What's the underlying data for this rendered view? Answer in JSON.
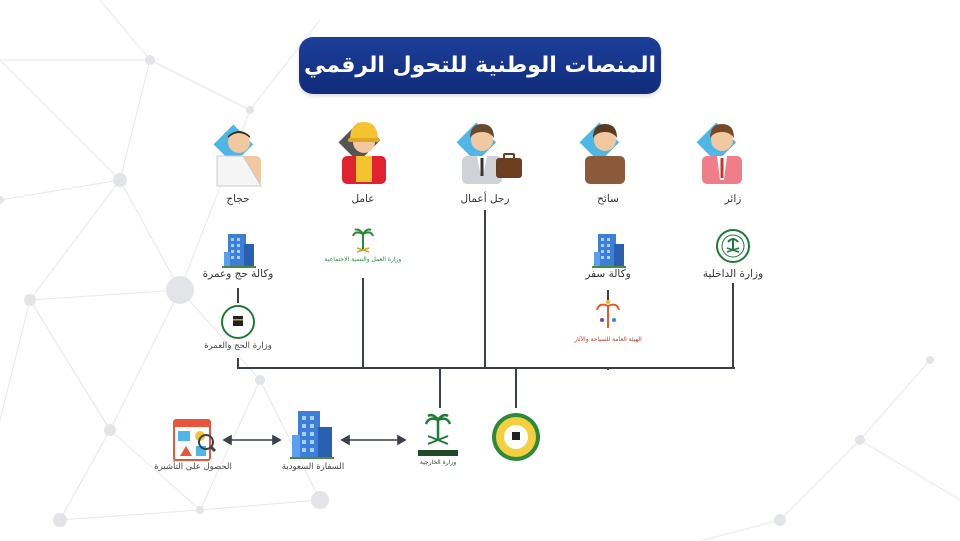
{
  "title": "المنصات الوطنية للتحول الرقمي",
  "roles": [
    {
      "name": "visitor",
      "label": "زائر"
    },
    {
      "name": "tourist",
      "label": "سائح"
    },
    {
      "name": "businessman",
      "label": "رجل أعمال"
    },
    {
      "name": "worker",
      "label": "عامل"
    },
    {
      "name": "pilgrim",
      "label": "حجاج"
    }
  ],
  "entities": {
    "interior": "وزارة الداخلية",
    "travel_agency": "وكالة سفر",
    "tourism_commission": "الهيئة العامة للسياحة والآثار",
    "labor_ministry": "وزارة العمل والتنمية الاجتماعية",
    "hajj_agency": "وكالة حج وعمرة",
    "hajj_ministry": "وزارة الحج والعمرة",
    "foreign_affairs": "وزارة الخارجية",
    "embassy": "السفارة السعودية",
    "visa": "الحصول على التأشيرة"
  },
  "colors": {
    "title_bg": "#14337f",
    "line": "#3a3f4a",
    "building": "#3d7fd8",
    "green": "#1f7a3a"
  }
}
